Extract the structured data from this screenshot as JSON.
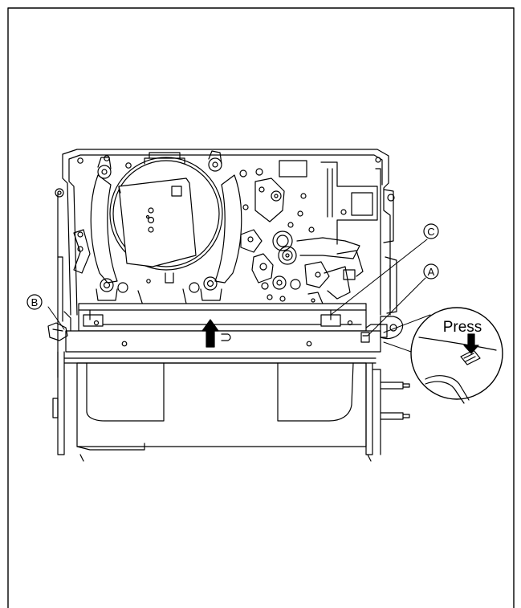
{
  "callouts": {
    "a": "A",
    "b": "B",
    "c": "C"
  },
  "inset": {
    "press_label": "Press"
  },
  "colors": {
    "line": "#000000",
    "background": "#ffffff"
  }
}
